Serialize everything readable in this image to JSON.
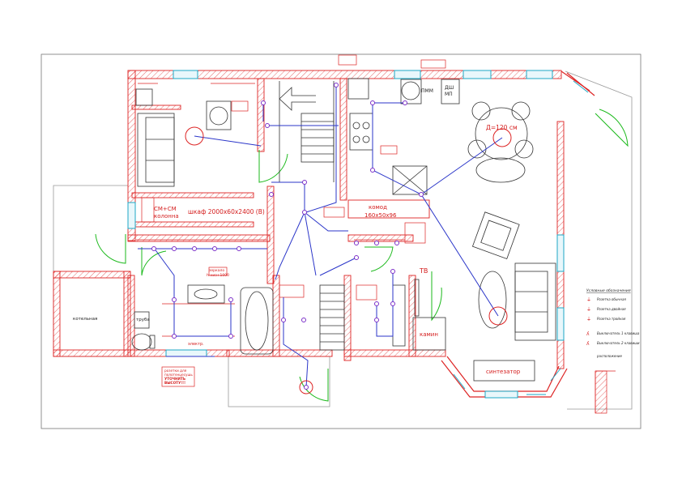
{
  "labels": {
    "boiler_room": "котельная",
    "pipe": "труба",
    "cm_column": "СМ+СМ\nколонна",
    "wardrobe": "шкаф 2000х60х2400 (В)",
    "dresser": "комод\n160х50х96",
    "table": "Д=120 см",
    "fireplace": "камин",
    "tv": "ТВ",
    "synth": "синтезатор",
    "pmm": "ПММ",
    "dsh_mp": "ДШ\nМП",
    "mirror_note": "зеркало\nh-низ+1000",
    "electric": "электр.",
    "socket_note": "розетки для\nполотенцесушь\nУТОЧНИТЬ\nВЫСОТУ!!!"
  },
  "legend": {
    "title": "Условные обозначения",
    "items": [
      "Розетка обычная",
      "Розетка двойная",
      "Розетка тройная",
      "Выключатель 1 клавиша",
      "Выключатель 2 клавиши"
    ],
    "footer": "расположение"
  },
  "colors": {
    "wall": "#dd2424",
    "window": "#1ea7c4",
    "door": "#1bb91b",
    "wire": "#2b36c9",
    "node": "#7b2fc8"
  }
}
